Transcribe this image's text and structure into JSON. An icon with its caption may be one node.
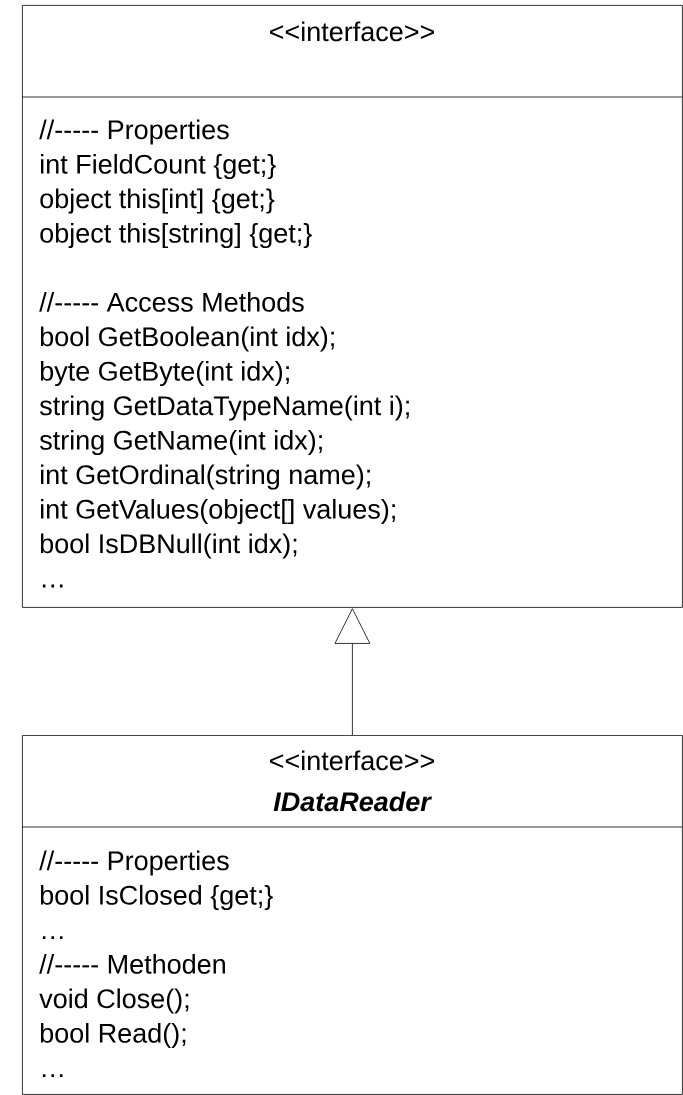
{
  "diagram": {
    "nodes": [
      {
        "text": [
          "<<interface>>",
          "//----- Properties",
          "int FieldCount {get;}",
          "object this[int] {get;}",
          "object this[string] {get;}",
          "//----- Access Methods",
          "bool GetBoolean(int idx);",
          "byte GetByte(int idx);",
          "string GetDataTypeName(int i);",
          "string GetName(int idx);",
          "int GetOrdinal(string name);",
          "int GetValues(object[] values);",
          "bool IsDBNull(int idx);",
          "…"
        ]
      },
      {
        "text": [
          "<<interface>>",
          "IDataReader",
          "//----- Properties",
          "bool IsClosed {get;}",
          "…",
          "//----- Methoden",
          "void Close();",
          "bool Read();",
          "…"
        ]
      }
    ],
    "edges": [
      {
        "from": 1,
        "to": 0,
        "arrow": "to"
      }
    ]
  }
}
